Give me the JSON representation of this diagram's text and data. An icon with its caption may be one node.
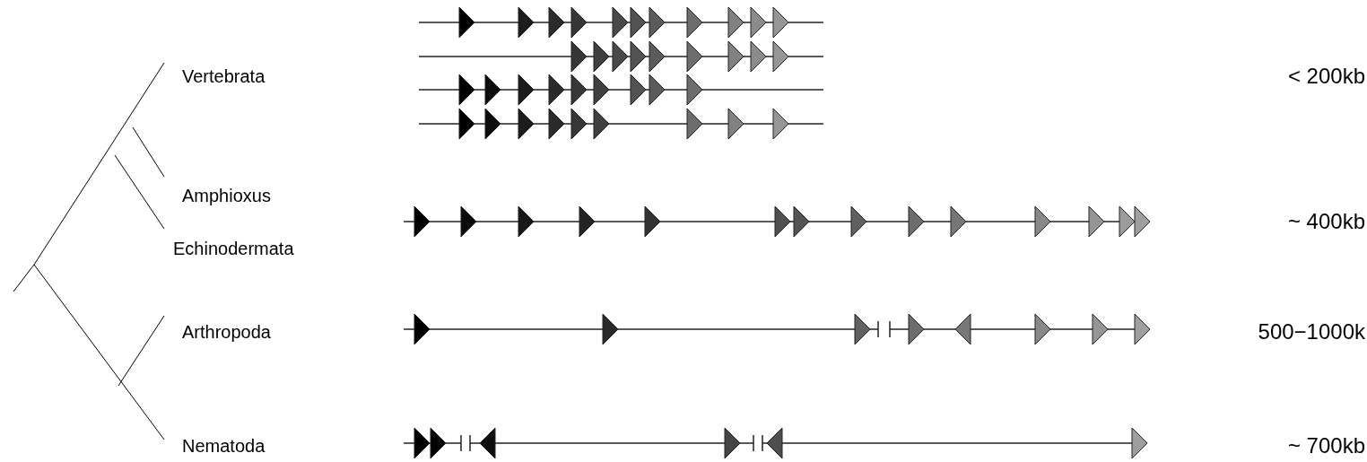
{
  "diagram": {
    "labels": [
      "Vertebrata",
      "< 200kb",
      "Amphioxus",
      "~ 400kb",
      "Echinodermata",
      "Arthropoda",
      "500−1000k",
      "Nematoda",
      "~ 700kb"
    ]
  }
}
